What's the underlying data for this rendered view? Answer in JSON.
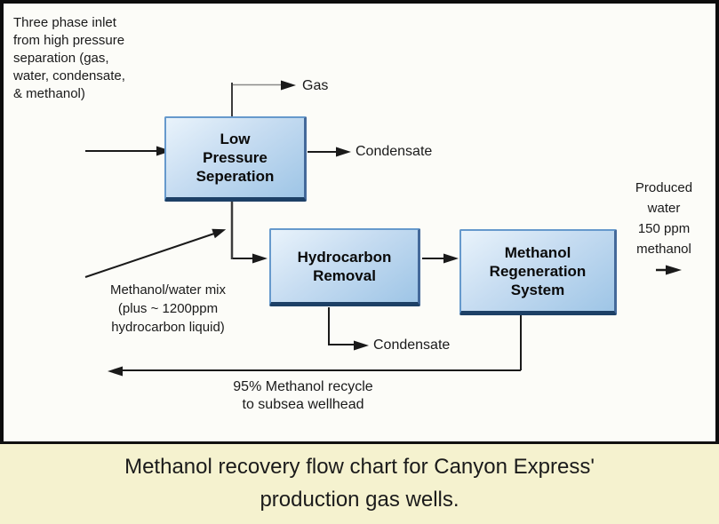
{
  "colors": {
    "page_bg": "#fcfcf8",
    "frame_border": "#0d0d0d",
    "caption_bg": "#f5f2cf",
    "box_fill_top": "#e9f3fb",
    "box_fill_bottom": "#9ec5e6",
    "box_border": "#6699cc",
    "box_shadow": "#1d4066",
    "line_color": "#1a1a1a",
    "text_color": "#1a1a1a"
  },
  "diagram": {
    "inlet_note": [
      "Three phase inlet",
      "from high pressure",
      "separation (gas,",
      "water, condensate,",
      "& methanol)"
    ],
    "boxes": {
      "low_pressure_separation": [
        "Low",
        "Pressure",
        "Seperation"
      ],
      "hydrocarbon_removal": [
        "Hydrocarbon",
        "Removal"
      ],
      "methanol_regeneration": [
        "Methanol",
        "Regeneration",
        "System"
      ]
    },
    "stream_labels": {
      "gas": "Gas",
      "condensate_top": "Condensate",
      "condensate_bottom": "Condensate"
    },
    "methanol_water_note": [
      "Methanol/water mix",
      "(plus ~ 1200ppm",
      "hydrocarbon liquid)"
    ],
    "produced_water_note": [
      "Produced",
      "water",
      "150 ppm",
      "methanol"
    ],
    "recycle_note": [
      "95% Methanol recycle",
      "to subsea wellhead"
    ]
  },
  "caption": [
    "Methanol recovery flow chart for Canyon Express'",
    "production gas wells."
  ]
}
